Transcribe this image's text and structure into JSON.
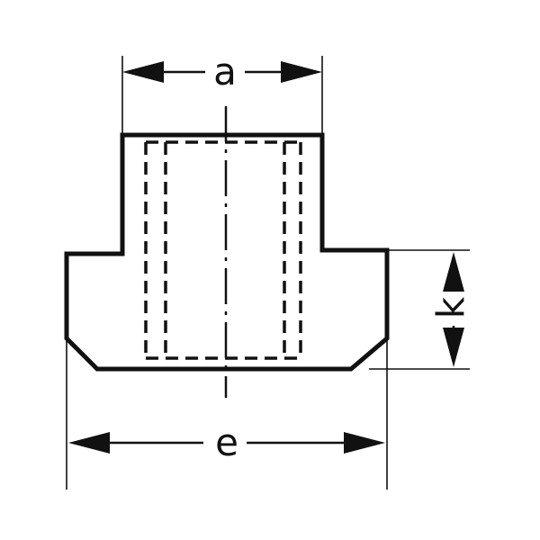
{
  "dimensions": {
    "a": "a",
    "e": "e",
    "k": "k"
  }
}
